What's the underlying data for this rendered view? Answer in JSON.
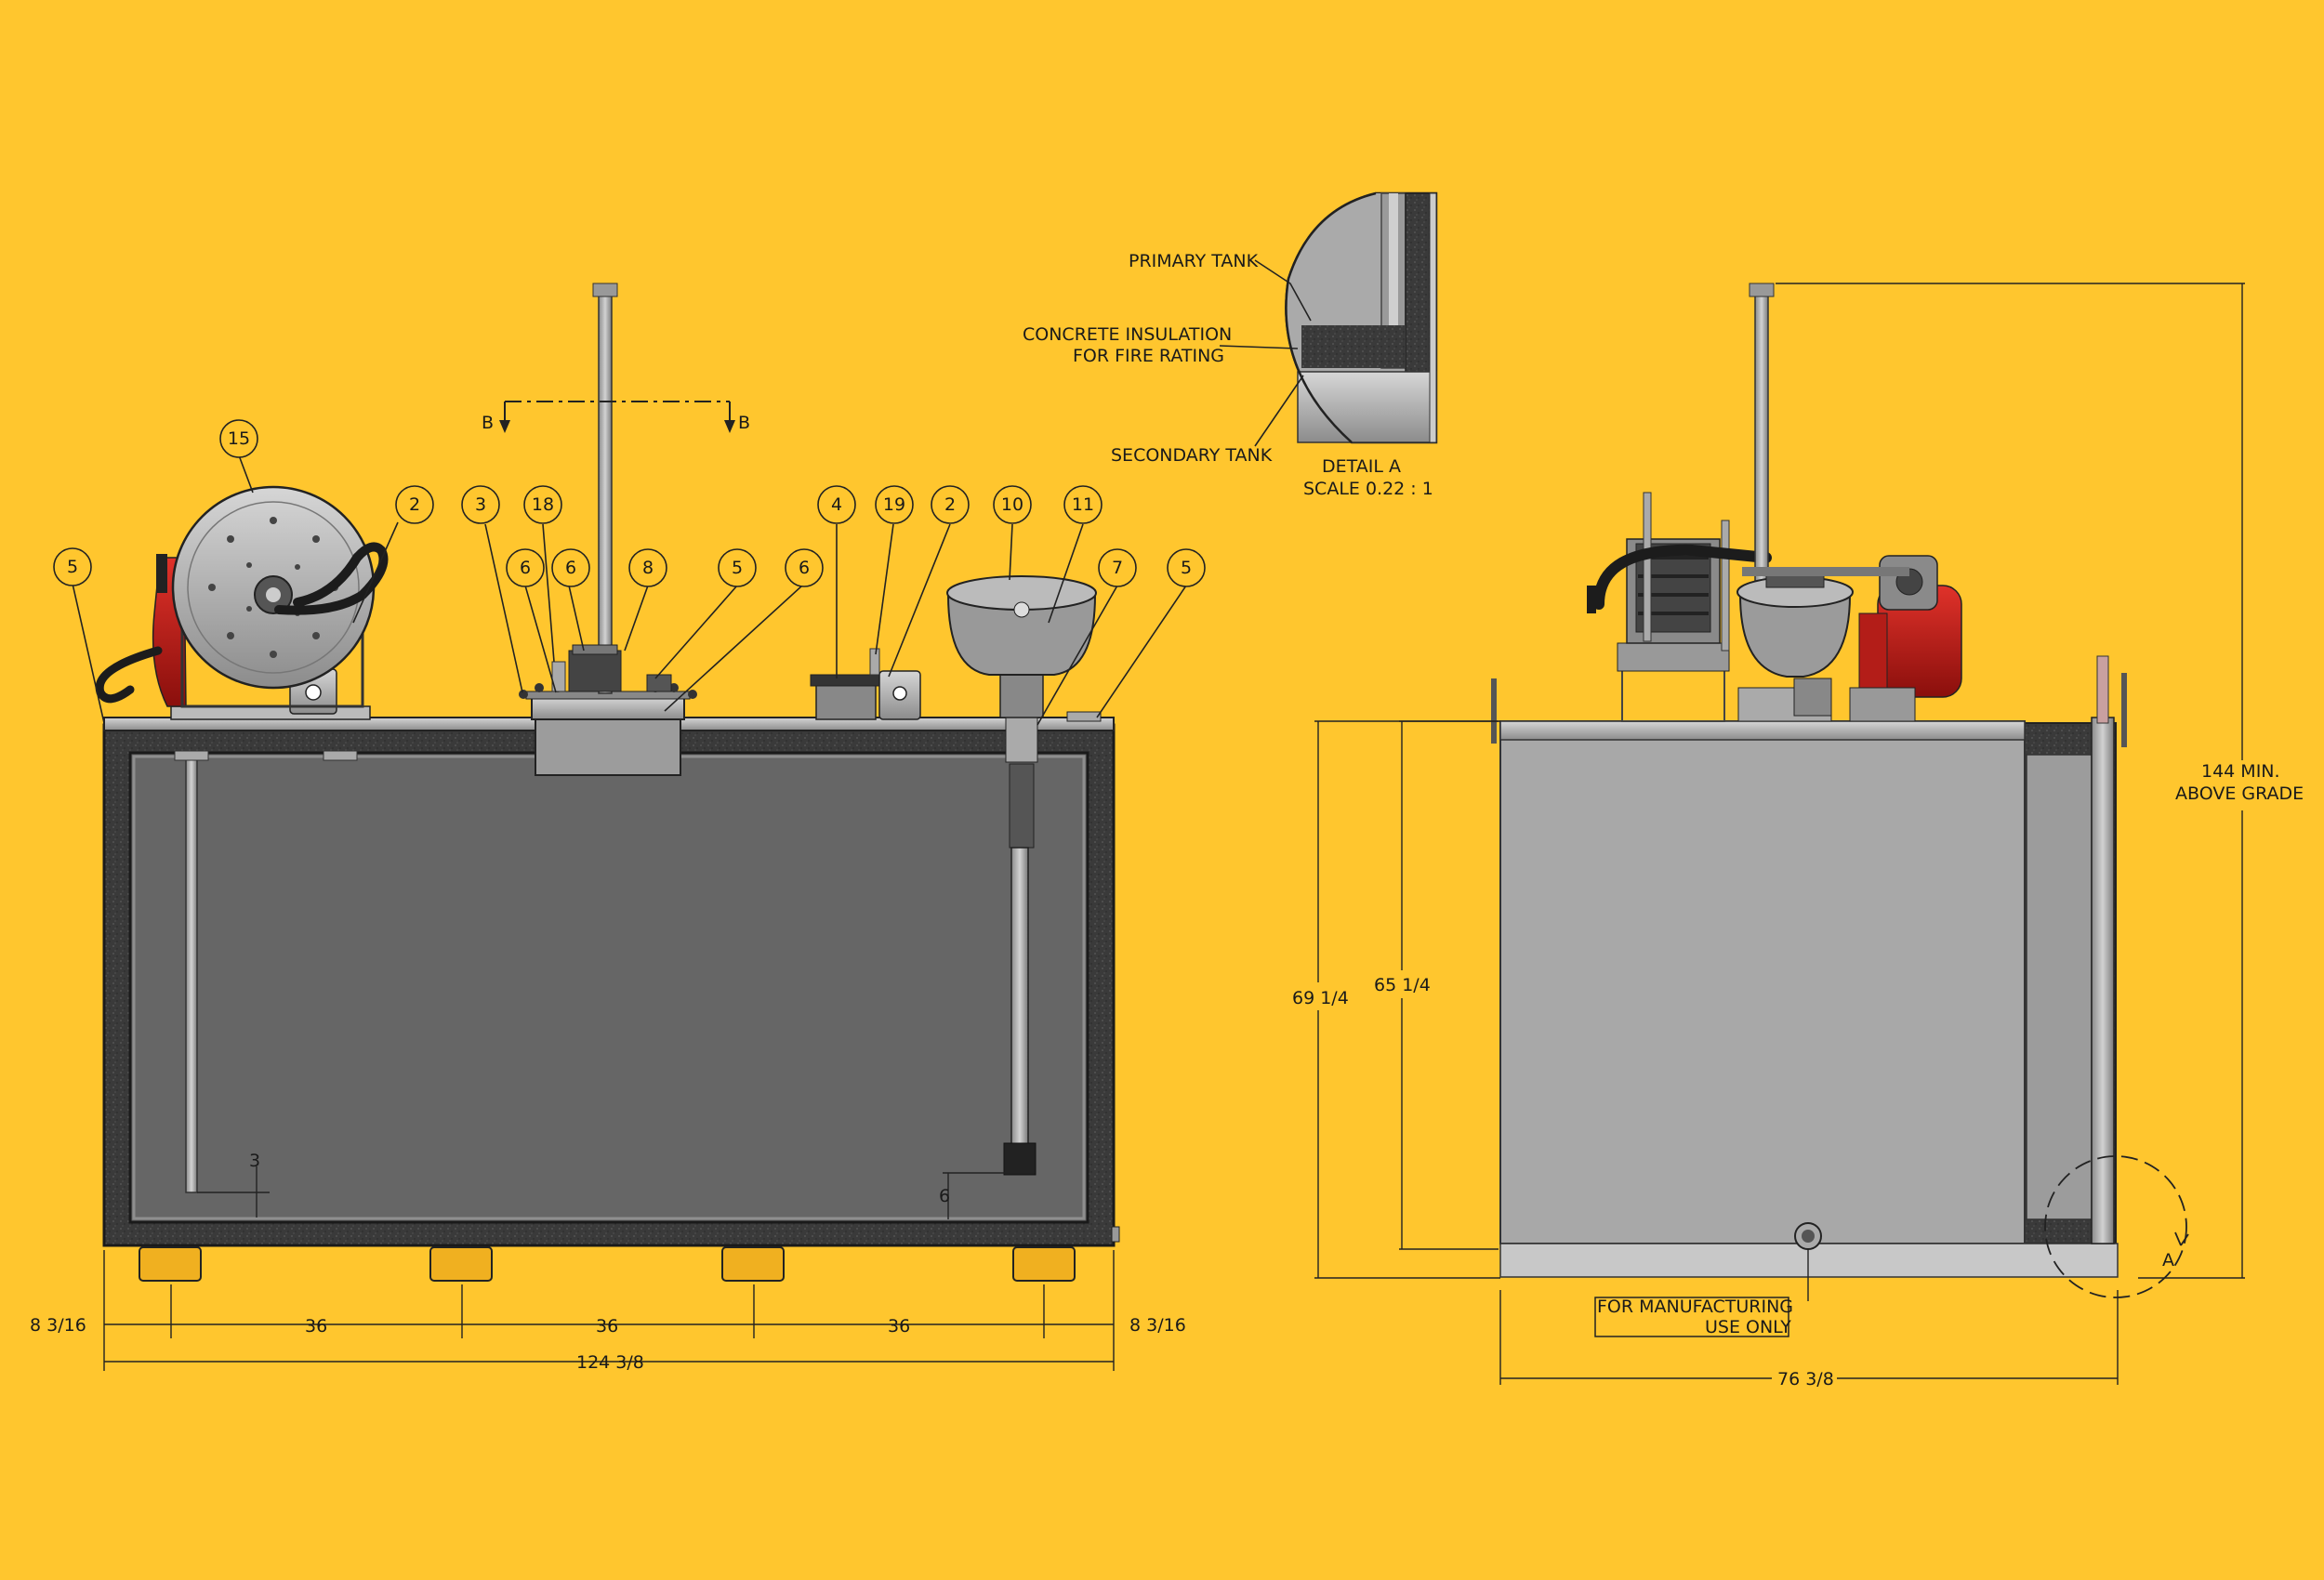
{
  "section_marker": "B",
  "detail": {
    "primary_tank": "PRIMARY TANK",
    "concrete_line1": "CONCRETE INSULATION",
    "concrete_line2": "FOR FIRE RATING",
    "secondary_tank": "SECONDARY TANK",
    "title": "DETAIL  A",
    "scale": "SCALE 0.22 : 1"
  },
  "balloons": [
    "5",
    "15",
    "2",
    "3",
    "18",
    "6",
    "6",
    "8",
    "5",
    "6",
    "4",
    "19",
    "2",
    "10",
    "11",
    "7",
    "5"
  ],
  "front_dims": {
    "left_overhang": "8 3/16",
    "spacing_1": "36",
    "spacing_2": "36",
    "spacing_3": "36",
    "right_overhang": "8 3/16",
    "overall_length": "124 3/8",
    "inner_left": "3",
    "inner_right": "6"
  },
  "side_dims": {
    "overall_height": "69 1/4",
    "inner_height": "65 1/4",
    "above_grade_line1": "144 MIN.",
    "above_grade_line2": "ABOVE GRADE",
    "overall_width": "76 3/8",
    "detail_callout": "A",
    "note_line1": "FOR MANUFACTURING",
    "note_line2": "USE ONLY"
  }
}
